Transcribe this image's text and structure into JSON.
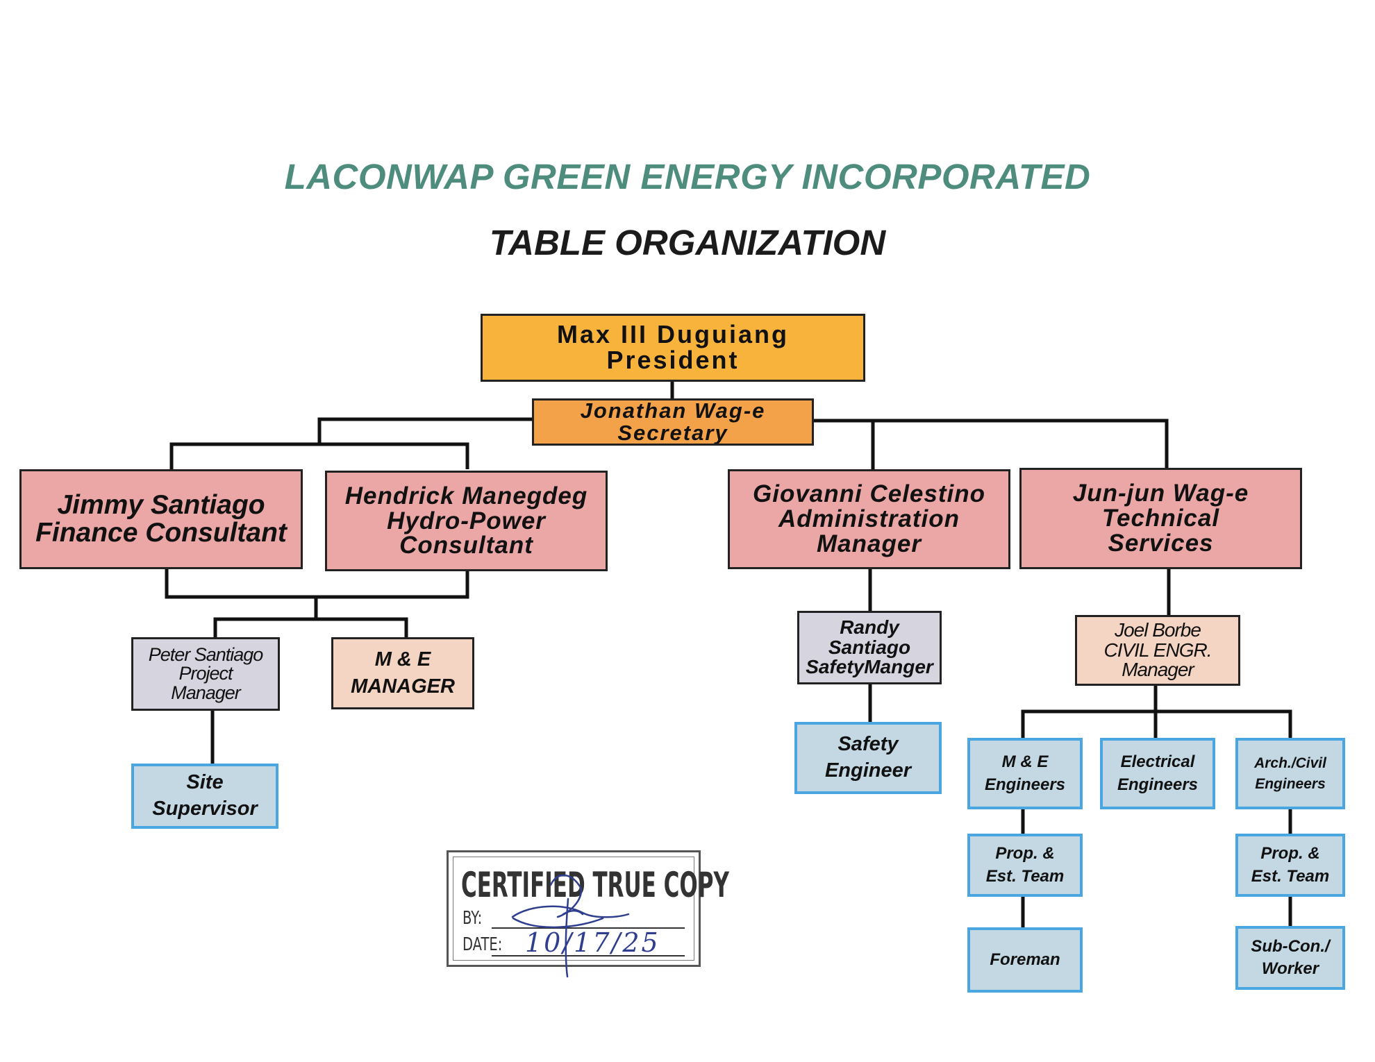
{
  "document": {
    "company": "LACONWAP GREEN ENERGY INCORPORATED",
    "subtitle": "TABLE ORGANIZATION"
  },
  "colors": {
    "title_green": "#4e8d7d",
    "president_fill": "#f8b33c",
    "secretary_fill": "#f4a24a",
    "head_fill": "#eba6a6",
    "gray_fill": "#d6d5df",
    "peach_fill": "#f4d4c2",
    "blue_fill": "#c4d8e4",
    "blue_border": "#4aa6e0"
  },
  "chart": {
    "president": {
      "name": "Max III Duguiang",
      "role": "President"
    },
    "secretary": {
      "name": "Jonathan Wag-e",
      "role": "Secretary"
    },
    "finance": {
      "name": "Jimmy Santiago",
      "role": "Finance Consultant"
    },
    "hydro": {
      "name": "Hendrick Manegdeg",
      "role": "Hydro-Power",
      "role2": "Consultant"
    },
    "admin": {
      "name": "Giovanni Celestino",
      "role": "Administration",
      "role2": "Manager"
    },
    "technical": {
      "name": "Jun-jun Wag-e",
      "role": "Technical",
      "role2": "Services"
    },
    "project_manager": {
      "line1": "Peter Santiago",
      "line2": "Project",
      "line3": "Manager"
    },
    "me_manager": {
      "line1": "M & E",
      "line2": "MANAGER"
    },
    "safety_manager": {
      "line1": "Randy",
      "line2": "Santiago",
      "line3": "SafetyManger"
    },
    "civil_manager": {
      "line1": "Joel Borbe",
      "line2": "CIVIL ENGR.",
      "line3": "Manager"
    },
    "site_supervisor": {
      "line1": "Site",
      "line2": "Supervisor"
    },
    "safety_engineer": {
      "line1": "Safety",
      "line2": "Engineer"
    },
    "me_engineers": {
      "line1": "M & E",
      "line2": "Engineers"
    },
    "electrical_engineers": {
      "line1": "Electrical",
      "line2": "Engineers"
    },
    "arch_civil_engineers": {
      "line1": "Arch./Civil",
      "line2": "Engineers"
    },
    "prop_est_team_1": {
      "line1": "Prop. &",
      "line2": "Est. Team"
    },
    "prop_est_team_2": {
      "line1": "Prop. &",
      "line2": "Est. Team"
    },
    "foreman": {
      "line1": "Foreman"
    },
    "subcon_worker": {
      "line1": "Sub-Con./",
      "line2": "Worker"
    }
  },
  "stamp": {
    "title": "CERTIFIED TRUE COPY",
    "by_label": "BY:",
    "date_label": "DATE:",
    "date_value": "10/17/25"
  }
}
